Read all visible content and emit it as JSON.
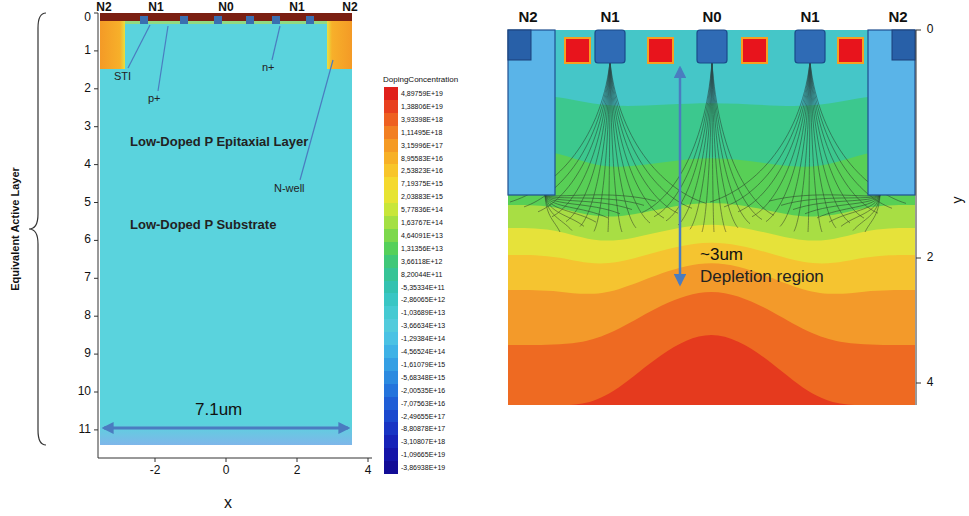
{
  "diagram": {
    "labels": [
      "N2",
      "N1",
      "N0",
      "N1",
      "N2",
      "0",
      "1",
      "2",
      "3",
      "4",
      "5",
      "6",
      "7",
      "8",
      "9",
      "10",
      "11",
      "STI",
      "p+",
      "n+",
      "N-well",
      "Low-Doped P Epitaxial Layer",
      "Low-Doped P Substrate",
      "7.1um",
      "-2",
      "0",
      "2",
      "4",
      "x",
      "Equivalent Active Layer",
      "DopingConcentration",
      "N2",
      "N1",
      "N0",
      "N1",
      "N2",
      "~3um",
      "Depletion region",
      "0",
      "2",
      "4",
      "y"
    ],
    "legend": [
      {
        "text": "4,89759E+19",
        "color": "#e0201b"
      },
      {
        "text": "1,38806E+19",
        "color": "#e8401e"
      },
      {
        "text": "3,93398E+18",
        "color": "#ee6020"
      },
      {
        "text": "1,11495E+18",
        "color": "#f27f22"
      },
      {
        "text": "3,15996E+17",
        "color": "#f59a24"
      },
      {
        "text": "8,95583E+16",
        "color": "#f7b026"
      },
      {
        "text": "2,53823E+16",
        "color": "#f8c52a"
      },
      {
        "text": "7,19375E+15",
        "color": "#f5d92e"
      },
      {
        "text": "2,03883E+15",
        "color": "#e6e433"
      },
      {
        "text": "5,77836E+14",
        "color": "#c8e63a"
      },
      {
        "text": "1,63767E+14",
        "color": "#a4e043"
      },
      {
        "text": "4,64091E+13",
        "color": "#7cd84c"
      },
      {
        "text": "1,31356E+13",
        "color": "#55d05a"
      },
      {
        "text": "3,66118E+12",
        "color": "#3fc878"
      },
      {
        "text": "8,20044E+11",
        "color": "#36c496"
      },
      {
        "text": "-5,35334E+11",
        "color": "#33c2b0"
      },
      {
        "text": "-2,86065E+12",
        "color": "#39c6c4"
      },
      {
        "text": "-1,03689E+13",
        "color": "#45cad2"
      },
      {
        "text": "-3,66634E+13",
        "color": "#52cbdc"
      },
      {
        "text": "-1,29384E+14",
        "color": "#4ac2e4"
      },
      {
        "text": "-4,56524E+14",
        "color": "#3eb2e6"
      },
      {
        "text": "-1,61079E+15",
        "color": "#349fe4"
      },
      {
        "text": "-5,68348E+15",
        "color": "#2b8ae0"
      },
      {
        "text": "-2,00535E+16",
        "color": "#2474dc"
      },
      {
        "text": "-7,07563E+16",
        "color": "#1f5ed6"
      },
      {
        "text": "-2,49655E+17",
        "color": "#1a48ce"
      },
      {
        "text": "-8,80878E+17",
        "color": "#1834c4"
      },
      {
        "text": "-3,10807E+18",
        "color": "#1622b8"
      },
      {
        "text": "-1,09665E+19",
        "color": "#1414a8"
      },
      {
        "text": "-3,86938E+19",
        "color": "#120c96"
      }
    ]
  }
}
